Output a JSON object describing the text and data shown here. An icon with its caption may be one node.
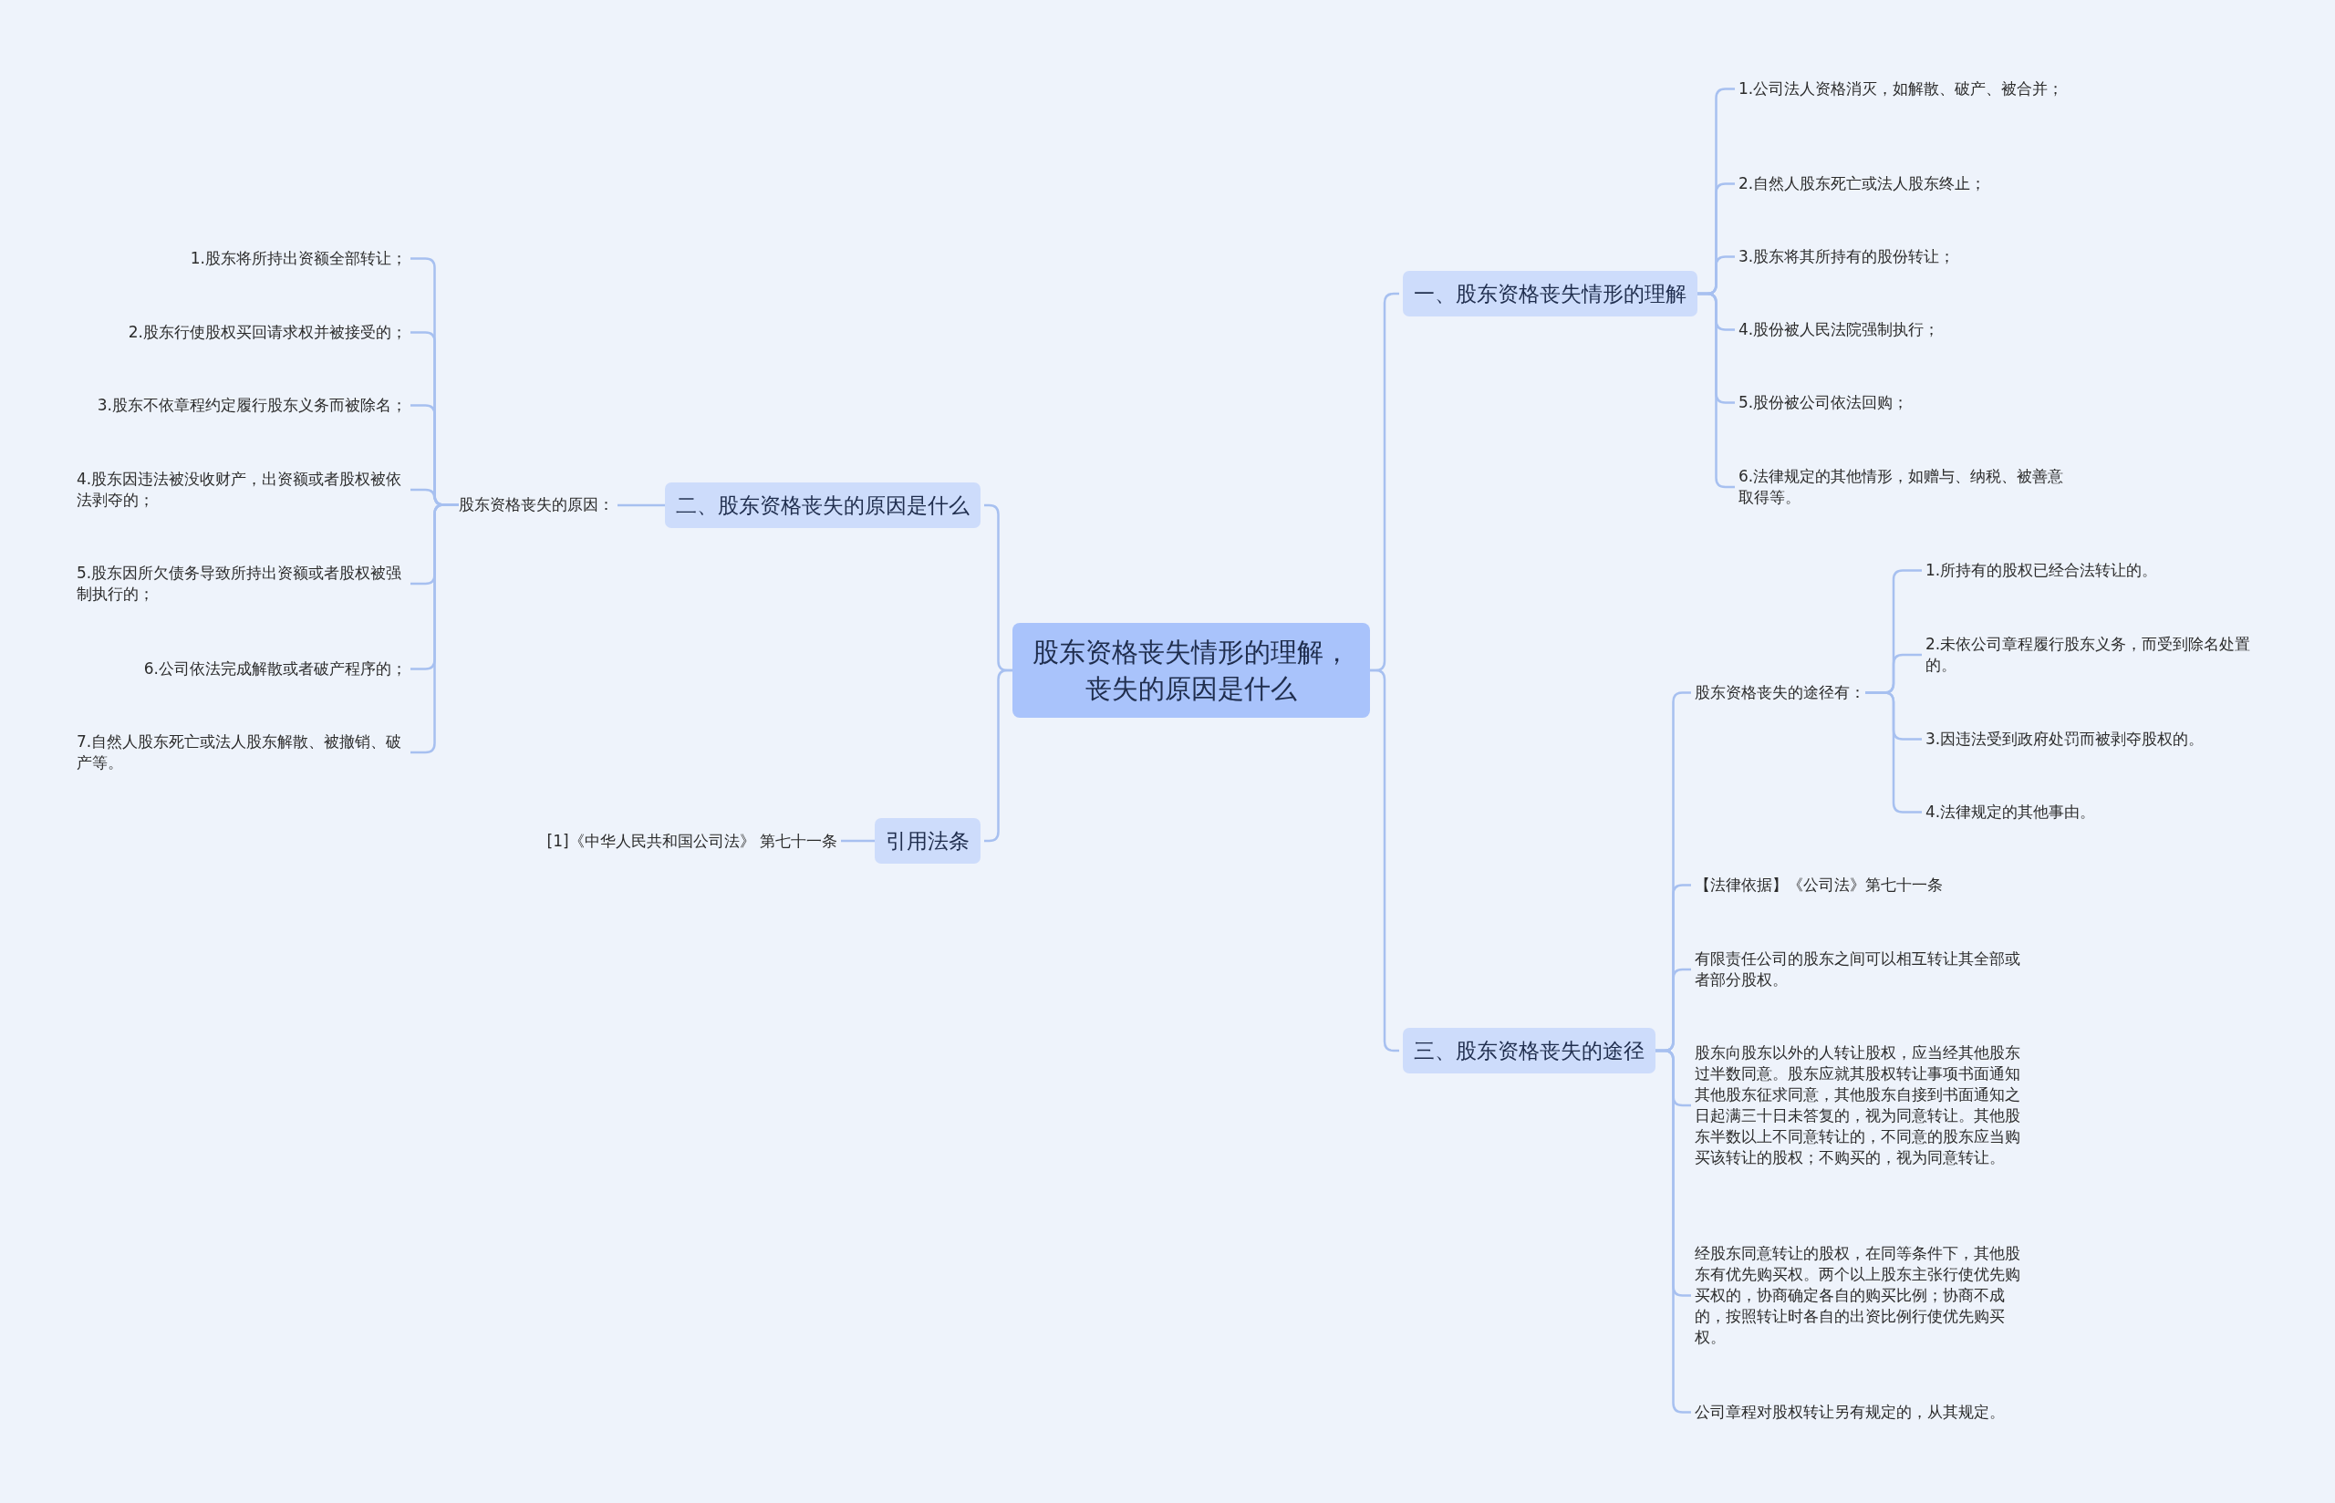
{
  "diagram": {
    "nodes": [
      {
        "text": [
          "股东资格丧失情形的理解，丧失的原因是什么"
        ]
      },
      {
        "text": [
          "一、股东资格丧失情形的理解"
        ]
      },
      {
        "text": [
          "1.公司法人资格消灭，如解散、破产、被合并；"
        ]
      },
      {
        "text": [
          "2.自然人股东死亡或法人股东终止；"
        ]
      },
      {
        "text": [
          "3.股东将其所持有的股份转让；"
        ]
      },
      {
        "text": [
          "4.股份被人民法院强制执行；"
        ]
      },
      {
        "text": [
          "5.股份被公司依法回购；"
        ]
      },
      {
        "text": [
          "6.法律规定的其他情形，如赠与、纳税、被善意取得等。"
        ]
      },
      {
        "text": [
          "二、股东资格丧失的原因是什么"
        ]
      },
      {
        "text": [
          "股东资格丧失的原因："
        ]
      },
      {
        "text": [
          "1.股东将所持出资额全部转让；"
        ]
      },
      {
        "text": [
          "2.股东行使股权买回请求权并被接受的；"
        ]
      },
      {
        "text": [
          "3.股东不依章程约定履行股东义务而被除名；"
        ]
      },
      {
        "text": [
          "4.股东因违法被没收财产，出资额或者股权被依法剥夺的；"
        ]
      },
      {
        "text": [
          "5.股东因所欠债务导致所持出资额或者股权被强制执行的；"
        ]
      },
      {
        "text": [
          "6.公司依法完成解散或者破产程序的；"
        ]
      },
      {
        "text": [
          "7.自然人股东死亡或法人股东解散、被撤销、破产等。"
        ]
      },
      {
        "text": [
          "引用法条"
        ]
      },
      {
        "text": [
          "[1]《中华人民共和国公司法》 第七十一条"
        ]
      },
      {
        "text": [
          "三、股东资格丧失的途径"
        ]
      },
      {
        "text": [
          "股东资格丧失的途径有："
        ]
      },
      {
        "text": [
          "1.所持有的股权已经合法转让的。"
        ]
      },
      {
        "text": [
          "2.未依公司章程履行股东义务，而受到除名处置的。"
        ]
      },
      {
        "text": [
          "3.因违法受到政府处罚而被剥夺股权的。"
        ]
      },
      {
        "text": [
          "4.法律规定的其他事由。"
        ]
      },
      {
        "text": [
          "【法律依据】《公司法》第七十一条"
        ]
      },
      {
        "text": [
          "有限责任公司的股东之间可以相互转让其全部或者部分股权。"
        ]
      },
      {
        "text": [
          "股东向股东以外的人转让股权，应当经其他股东过半数同意。股东应就其股权转让事项书面通知其他股东征求同意，其他股东自接到书面通知之日起满三十日未答复的，视为同意转让。其他股东半数以上不同意转让的，不同意的股东应当购买该转让的股权；不购买的，视为同意转让。"
        ]
      },
      {
        "text": [
          "经股东同意转让的股权，在同等条件下，其他股东有优先购买权。两个以上股东主张行使优先购买权的，协商确定各自的购买比例；协商不成的，按照转让时各自的出资比例行使优先购买权。"
        ]
      },
      {
        "text": [
          "公司章程对股权转让另有规定的，从其规定。"
        ]
      }
    ],
    "edges": [
      {
        "from": 0,
        "to": 1,
        "arrow": "none"
      },
      {
        "from": 1,
        "to": 2,
        "arrow": "none"
      },
      {
        "from": 1,
        "to": 3,
        "arrow": "none"
      },
      {
        "from": 1,
        "to": 4,
        "arrow": "none"
      },
      {
        "from": 1,
        "to": 5,
        "arrow": "none"
      },
      {
        "from": 1,
        "to": 6,
        "arrow": "none"
      },
      {
        "from": 1,
        "to": 7,
        "arrow": "none"
      },
      {
        "from": 0,
        "to": 8,
        "arrow": "none"
      },
      {
        "from": 8,
        "to": 9,
        "arrow": "none"
      },
      {
        "from": 9,
        "to": 10,
        "arrow": "none"
      },
      {
        "from": 9,
        "to": 11,
        "arrow": "none"
      },
      {
        "from": 9,
        "to": 12,
        "arrow": "none"
      },
      {
        "from": 9,
        "to": 13,
        "arrow": "none"
      },
      {
        "from": 9,
        "to": 14,
        "arrow": "none"
      },
      {
        "from": 9,
        "to": 15,
        "arrow": "none"
      },
      {
        "from": 9,
        "to": 16,
        "arrow": "none"
      },
      {
        "from": 0,
        "to": 17,
        "arrow": "none"
      },
      {
        "from": 17,
        "to": 18,
        "arrow": "none"
      },
      {
        "from": 0,
        "to": 19,
        "arrow": "none"
      },
      {
        "from": 19,
        "to": 20,
        "arrow": "none"
      },
      {
        "from": 20,
        "to": 21,
        "arrow": "none"
      },
      {
        "from": 20,
        "to": 22,
        "arrow": "none"
      },
      {
        "from": 20,
        "to": 23,
        "arrow": "none"
      },
      {
        "from": 20,
        "to": 24,
        "arrow": "none"
      },
      {
        "from": 19,
        "to": 25,
        "arrow": "none"
      },
      {
        "from": 19,
        "to": 26,
        "arrow": "none"
      },
      {
        "from": 19,
        "to": 27,
        "arrow": "none"
      },
      {
        "from": 19,
        "to": 28,
        "arrow": "none"
      },
      {
        "from": 19,
        "to": 29,
        "arrow": "none"
      }
    ]
  }
}
